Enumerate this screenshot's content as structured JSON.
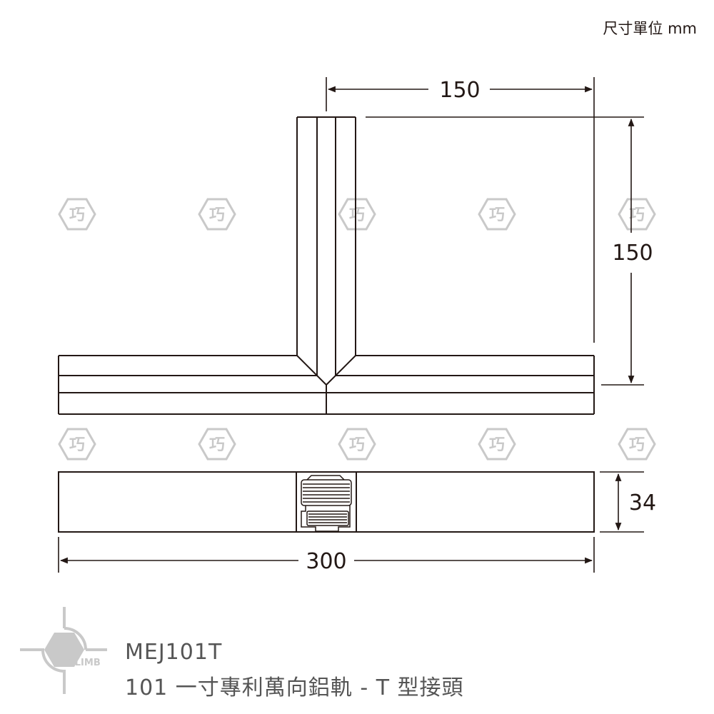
{
  "header": {
    "unit_label": "尺寸單位 mm"
  },
  "dimensions": {
    "top_width": "150",
    "vertical_height": "150",
    "profile_height": "34",
    "total_length": "300"
  },
  "watermark": {
    "glyph": "巧",
    "color": "#c9c9c9"
  },
  "logo": {
    "text": "CLIMB",
    "color": "#c9c9c9"
  },
  "product": {
    "model": "MEJ101T",
    "name": "101 一寸專利萬向鋁軌 - T 型接頭"
  },
  "colors": {
    "line": "#231815",
    "text": "#555555"
  }
}
